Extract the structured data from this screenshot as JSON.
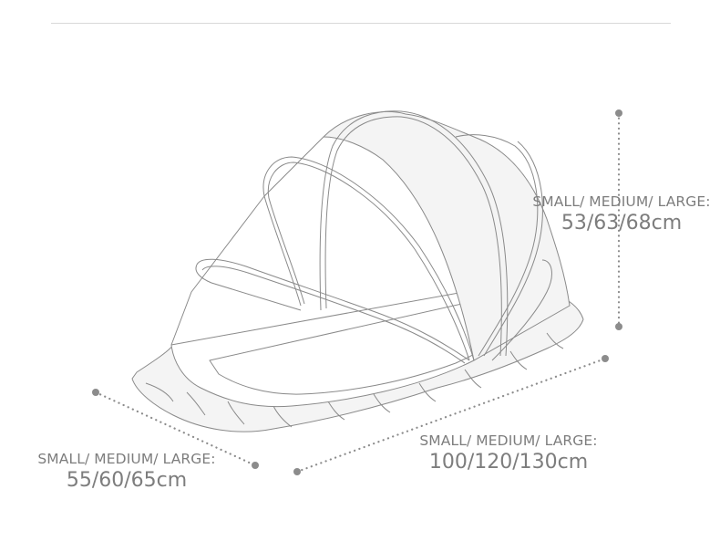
{
  "diagram": {
    "subject": "baby bed mosquito net with pop-up canopy",
    "colors": {
      "line": "#8a8a8a",
      "fill": "#f4f4f4",
      "text": "#7d7d7d",
      "dot": "#8c8c8c",
      "rule": "#d9d9d9"
    },
    "dimensions": {
      "height": {
        "sizes_label": "SMALL/ MEDIUM/ LARGE:",
        "value": "53/63/68cm"
      },
      "width": {
        "sizes_label": "SMALL/ MEDIUM/ LARGE:",
        "value": "55/60/65cm"
      },
      "length": {
        "sizes_label": "SMALL/ MEDIUM/ LARGE:",
        "value": "100/120/130cm"
      }
    }
  }
}
